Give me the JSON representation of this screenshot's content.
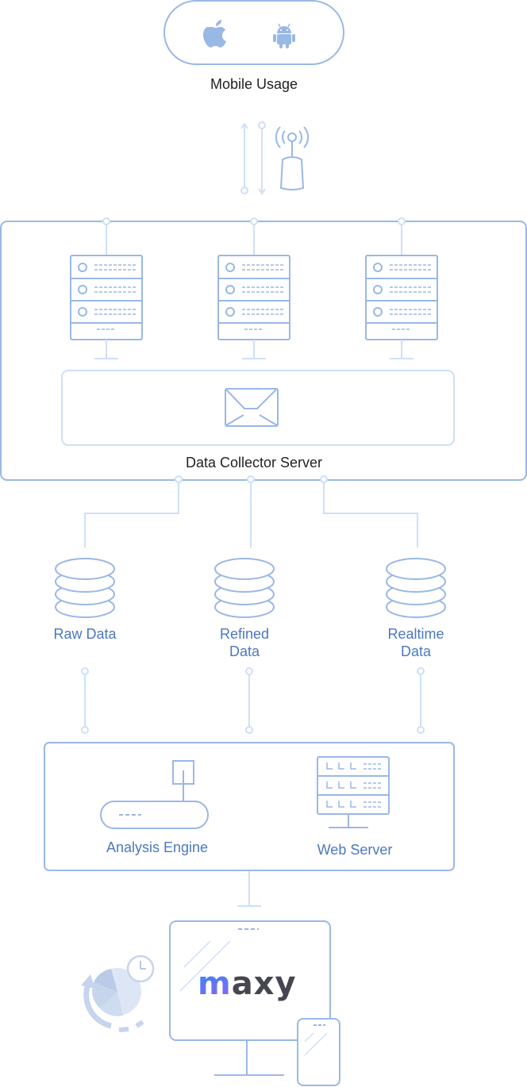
{
  "colors": {
    "stroke": "#9ab8e6",
    "stroke_light": "#cfe0f7",
    "label_dark": "#222222",
    "label_blue": "#4a78c2",
    "brand_blue": "#2d8cf0",
    "brand_purple": "#7a6cf5",
    "brand_green": "#24c08a",
    "brand_dark": "#45464f"
  },
  "mobile": {
    "label": "Mobile Usage",
    "icons": [
      "apple-icon",
      "android-icon"
    ]
  },
  "collector": {
    "label": "Data Collector Server",
    "servers": [
      "server-1",
      "server-2",
      "server-3"
    ],
    "queue_icon": "envelope-icon"
  },
  "storages": [
    {
      "line1": "Raw Data",
      "line2": ""
    },
    {
      "line1": "Refined",
      "line2": "Data"
    },
    {
      "line1": "Realtime",
      "line2": "Data"
    }
  ],
  "processing": {
    "analysis_label": "Analysis Engine",
    "web_label": "Web Server"
  },
  "client": {
    "brand": "maxy",
    "icons": [
      "monitor-icon",
      "phone-icon",
      "pie-chart-clock-icon"
    ]
  }
}
